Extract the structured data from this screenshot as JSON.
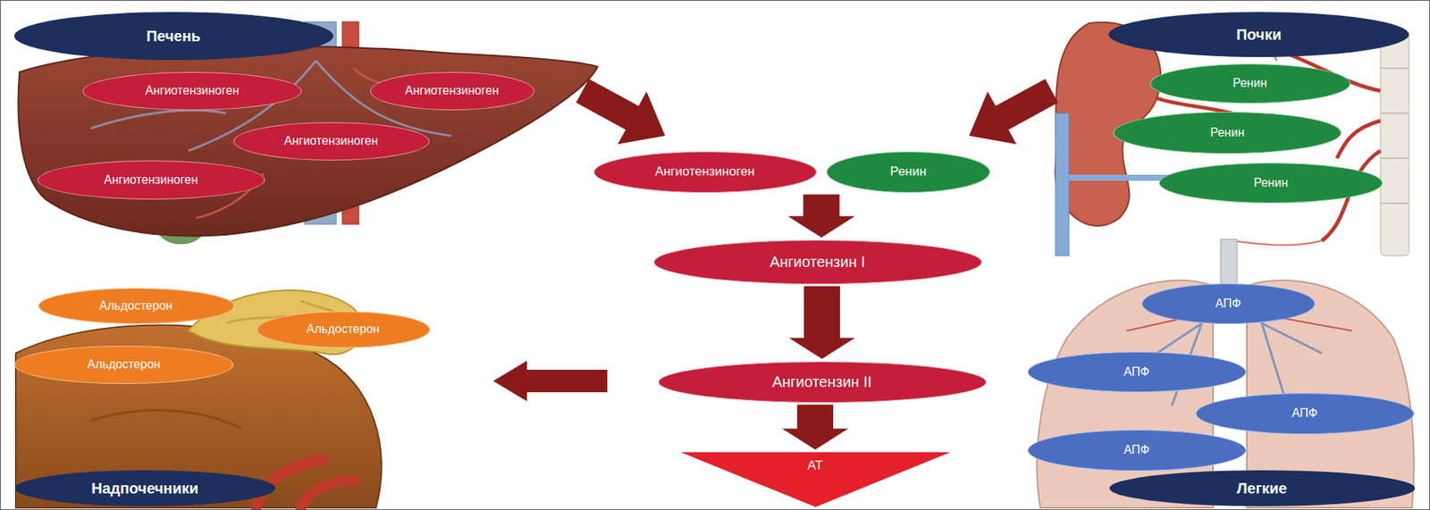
{
  "diagram": {
    "nodes": [
      {
        "text": [
          "Печень"
        ]
      },
      {
        "text": [
          "Ангиотензиноген"
        ]
      },
      {
        "text": [
          "Ангиотензиноген"
        ]
      },
      {
        "text": [
          "Ангиотензиноген"
        ]
      },
      {
        "text": [
          "Ангиотензиноген"
        ]
      },
      {
        "text": [
          "Почки"
        ]
      },
      {
        "text": [
          "Ренин"
        ]
      },
      {
        "text": [
          "Ренин"
        ]
      },
      {
        "text": [
          "Ренин"
        ]
      },
      {
        "text": [
          "Ангиотензиноген"
        ]
      },
      {
        "text": [
          "Ренин"
        ]
      },
      {
        "text": [
          "Ангиотензин I"
        ]
      },
      {
        "text": [
          "Альдостерон"
        ]
      },
      {
        "text": [
          "Альдостерон"
        ]
      },
      {
        "text": [
          "Альдостерон"
        ]
      },
      {
        "text": [
          "АПФ"
        ]
      },
      {
        "text": [
          "Ангиотензин II"
        ]
      },
      {
        "text": [
          "АПФ"
        ]
      },
      {
        "text": [
          "АПФ"
        ]
      },
      {
        "text": [
          "АПФ"
        ]
      },
      {
        "text": [
          "АТ"
        ]
      },
      {
        "text": [
          "Надпочечники"
        ]
      },
      {
        "text": [
          "Легкие"
        ]
      }
    ],
    "edges": [
      {
        "from": 9,
        "to": 11,
        "arrow": "to"
      },
      {
        "from": 10,
        "to": 11,
        "arrow": "to"
      },
      {
        "from": 11,
        "to": 16,
        "arrow": "to"
      },
      {
        "from": 16,
        "to": 20,
        "arrow": "to"
      }
    ]
  }
}
